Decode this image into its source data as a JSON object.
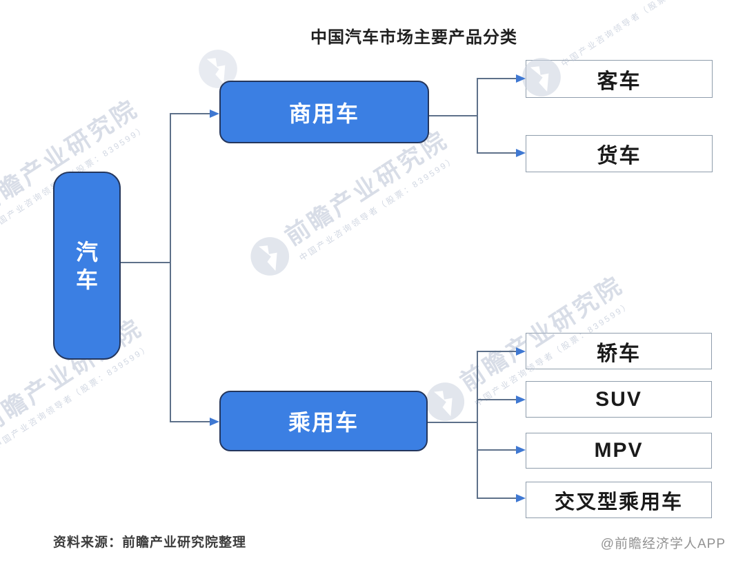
{
  "title": "中国汽车市场主要产品分类",
  "nodes": {
    "root": "汽车",
    "commercial": "商用车",
    "passenger": "乘用车",
    "bus": "客车",
    "truck": "货车",
    "sedan": "轿车",
    "suv": "SUV",
    "mpv": "MPV",
    "crossover": "交叉型乘用车"
  },
  "hierarchy": {
    "root": "汽车",
    "children": [
      {
        "label": "商用车",
        "children": [
          "客车",
          "货车"
        ]
      },
      {
        "label": "乘用车",
        "children": [
          "轿车",
          "SUV",
          "MPV",
          "交叉型乘用车"
        ]
      }
    ]
  },
  "footer": {
    "source": "资料来源：前瞻产业研究院整理",
    "credit": "@前瞻经济学人APP"
  },
  "watermark": {
    "brand": "前瞻产业研究院",
    "subtext": "中国产业咨询领导者（股票：839599）"
  },
  "icons": {
    "logo": "qianzhan-watermark-logo"
  },
  "colors": {
    "node_fill": "#3b7fe3",
    "node_border": "#24365c",
    "leaf_border": "#8e9cab",
    "connector": "#5d7089",
    "arrow": "#3f78d2"
  }
}
